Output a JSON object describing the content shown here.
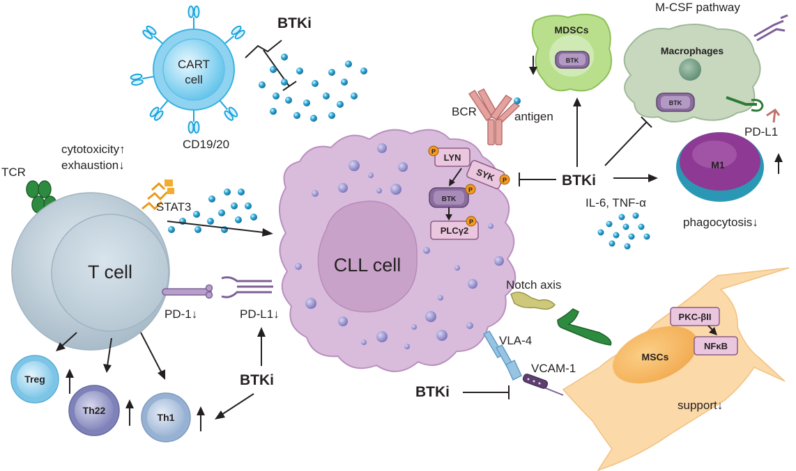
{
  "labels": {
    "btki_top": "BTKi",
    "btki_center": "BTKi",
    "btki_bottom_left": "BTKi",
    "btki_bottom_right": "BTKi",
    "cart_cell": "CART\ncell",
    "cd19_20": "CD19/20",
    "tcr": "TCR",
    "cytotoxicity": "cytotoxicity↑",
    "exhaustion": "exhaustion↓",
    "stat3": "STAT3",
    "t_cell": "T cell",
    "pd1": "PD-1↓",
    "pdl1_left": "PD-L1↓",
    "treg": "Treg",
    "th22": "Th22",
    "th1": "Th1",
    "cll_cell": "CLL cell",
    "bcr": "BCR",
    "antigen": "antigen",
    "lyn": "LYN",
    "syk": "SYK",
    "btk": "BTK",
    "plcg2": "PLCγ2",
    "p": "P",
    "mdscs": "MDSCs",
    "btk_mdsc": "BTK",
    "mcsf": "M-CSF pathway",
    "macrophages": "Macrophages",
    "btk_mac": "BTK",
    "pdl1_right": "PD-L1",
    "m1": "M1",
    "il6": "IL-6, TNF-α",
    "phagocytosis": "phagocytosis↓",
    "notch": "Notch axis",
    "vla4": "VLA-4",
    "vcam1": "VCAM-1",
    "mscs": "MSCs",
    "pkc": "PKC-βII",
    "nfkb": "NFκB",
    "support": "support↓"
  },
  "colors": {
    "cll_fill": "#d9bcdc",
    "cll_nucleus": "#c9a2c9",
    "t_cell": "#b9c9d4",
    "cart_cell": "#8fd3f0",
    "mdsc": "#b9df8d",
    "macrophage": "#c8d8bf",
    "m1_outer": "#2a98b5",
    "m1_inner": "#8e3a94",
    "msc": "#fbd9a8",
    "kinase_box": "#ebc7df",
    "btk_box": "#8a6d9c",
    "phospho": "#f39a1f",
    "bcr": "#e3a29f",
    "dot": "#2aa8d8"
  }
}
